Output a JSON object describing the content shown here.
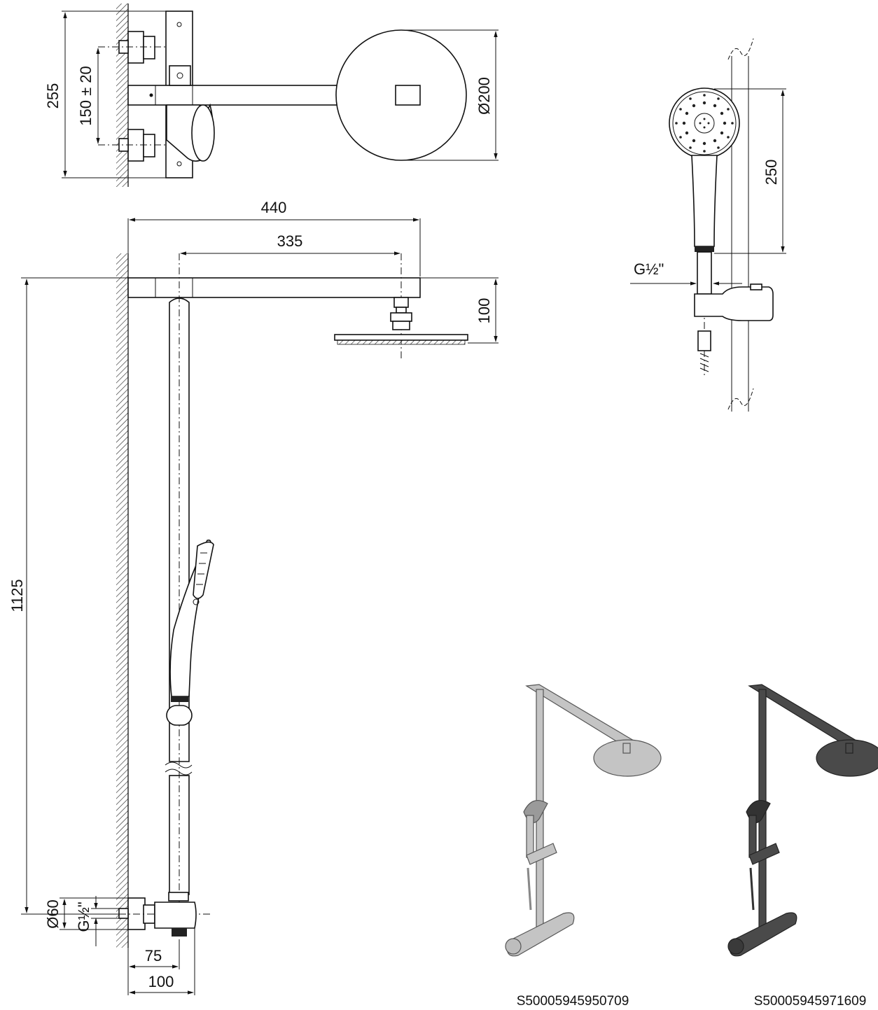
{
  "dimensions": {
    "top_height": "255",
    "inlet_spacing": "150 ± 20",
    "head_diameter": "Ø200",
    "hand_shower_length": "250",
    "hose_thread": "G½\"",
    "arm_total": "440",
    "arm_to_head": "335",
    "head_drop": "100",
    "total_height": "1125",
    "valve_diameter": "Ø60",
    "inlet_thread": "G½\"",
    "valve_offset": "75",
    "wall_offset": "100"
  },
  "products": [
    {
      "code": "S50005945950709",
      "finish_color": "#b9b9b9"
    },
    {
      "code": "S50005945971609",
      "finish_color": "#4a4a4a"
    }
  ]
}
